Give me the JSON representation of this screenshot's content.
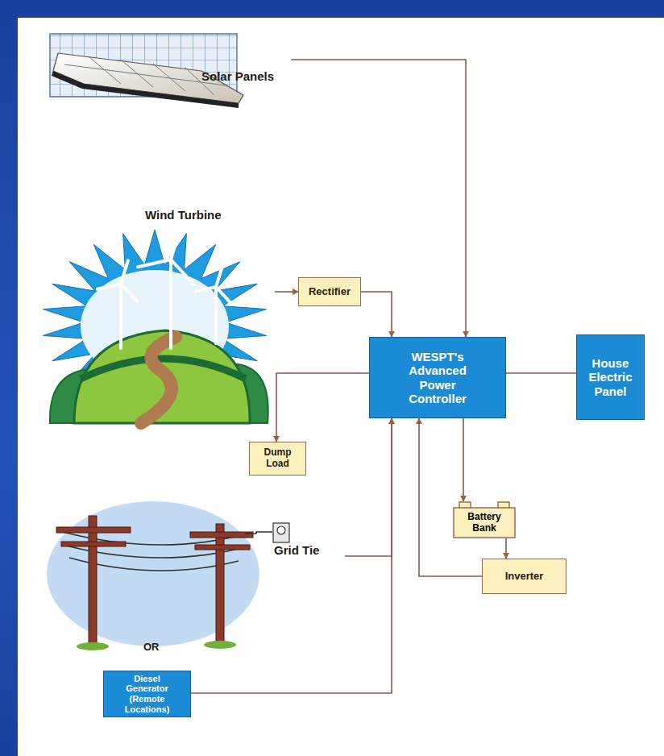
{
  "diagram": {
    "nodes": [
      {
        "text": [
          "Solar Panels"
        ]
      },
      {
        "text": [
          "Wind Turbine"
        ]
      },
      {
        "text": [
          "Rectifier"
        ]
      },
      {
        "text": [
          "WESPT's Advanced Power Controller"
        ]
      },
      {
        "text": [
          "House Electric Panel"
        ]
      },
      {
        "text": [
          "Dump Load"
        ]
      },
      {
        "text": [
          "Battery Bank"
        ]
      },
      {
        "text": [
          "Grid Tie"
        ]
      },
      {
        "text": [
          "Inverter"
        ]
      },
      {
        "text": [
          "Diesel Generator (Remote Locations)"
        ]
      }
    ],
    "edges": [
      {
        "from": 0,
        "to": 3,
        "arrow": "to"
      },
      {
        "from": 1,
        "to": 2,
        "arrow": "to"
      },
      {
        "from": 2,
        "to": 3,
        "arrow": "to"
      },
      {
        "from": 3,
        "to": 4,
        "arrow": "none"
      },
      {
        "from": 3,
        "to": 5,
        "arrow": "to"
      },
      {
        "from": 3,
        "to": 6,
        "arrow": "to"
      },
      {
        "from": 6,
        "to": 8,
        "arrow": "to"
      },
      {
        "from": 7,
        "to": 3,
        "arrow": "to"
      },
      {
        "from": 8,
        "to": 3,
        "arrow": "to"
      },
      {
        "from": 9,
        "to": 3,
        "arrow": "to"
      }
    ],
    "labels": [
      "OR"
    ]
  }
}
